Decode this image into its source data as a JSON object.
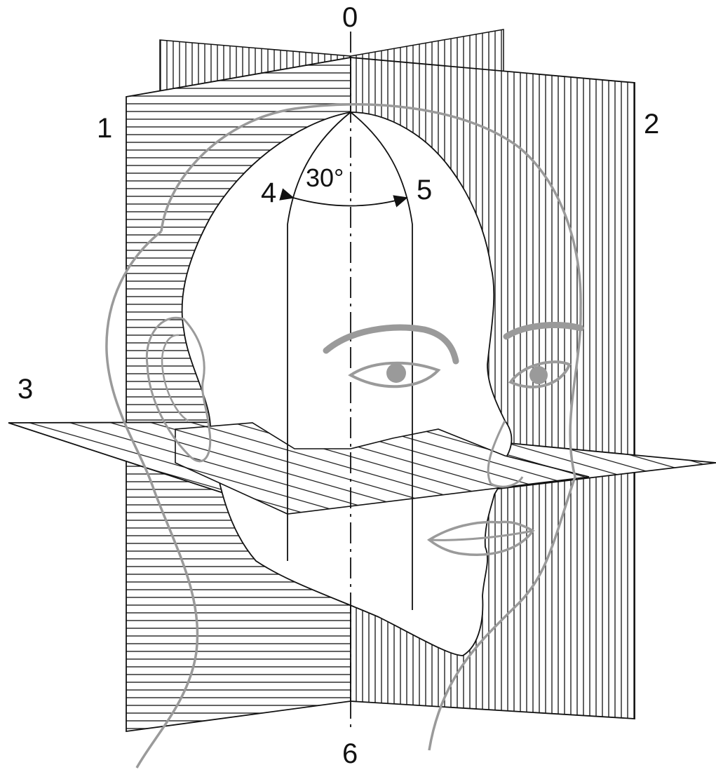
{
  "labels": {
    "top": "0",
    "left_plane": "1",
    "right_plane": "2",
    "horizontal_plane": "3",
    "left_line": "4",
    "right_line": "5",
    "bottom": "6",
    "angle": "30°"
  },
  "colors": {
    "line": "#111111",
    "face_outline": "#9a9a9a",
    "background": "#ffffff"
  }
}
